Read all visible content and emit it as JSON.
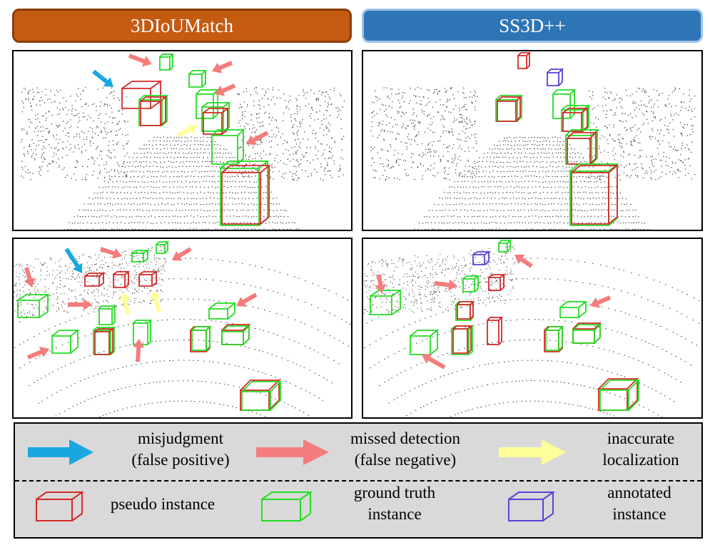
{
  "headers": {
    "left": "3DIoUMatch",
    "right": "SS3D++"
  },
  "legend": {
    "arrows": [
      {
        "line1": "misjudgment",
        "line2": "(false positive)",
        "color": "#1aa7e0"
      },
      {
        "line1": "missed detection",
        "line2": "(false negative)",
        "color": "#f47c7c"
      },
      {
        "line1": "inaccurate",
        "line2": "localization",
        "color": "#ffff99"
      }
    ],
    "boxes": [
      {
        "line1": "pseudo instance",
        "line2": "",
        "color": "#d62828"
      },
      {
        "line1": "ground truth",
        "line2": "instance",
        "color": "#22dd22"
      },
      {
        "line1": "annotated",
        "line2": "instance",
        "color": "#5b3fd6"
      }
    ]
  },
  "colors": {
    "pseudo": "#d62828",
    "ground_truth": "#22dd22",
    "annotated": "#5b3fd6",
    "misjudgment": "#1aa7e0",
    "missed": "#f47c7c",
    "inaccurate": "#ffff99"
  }
}
